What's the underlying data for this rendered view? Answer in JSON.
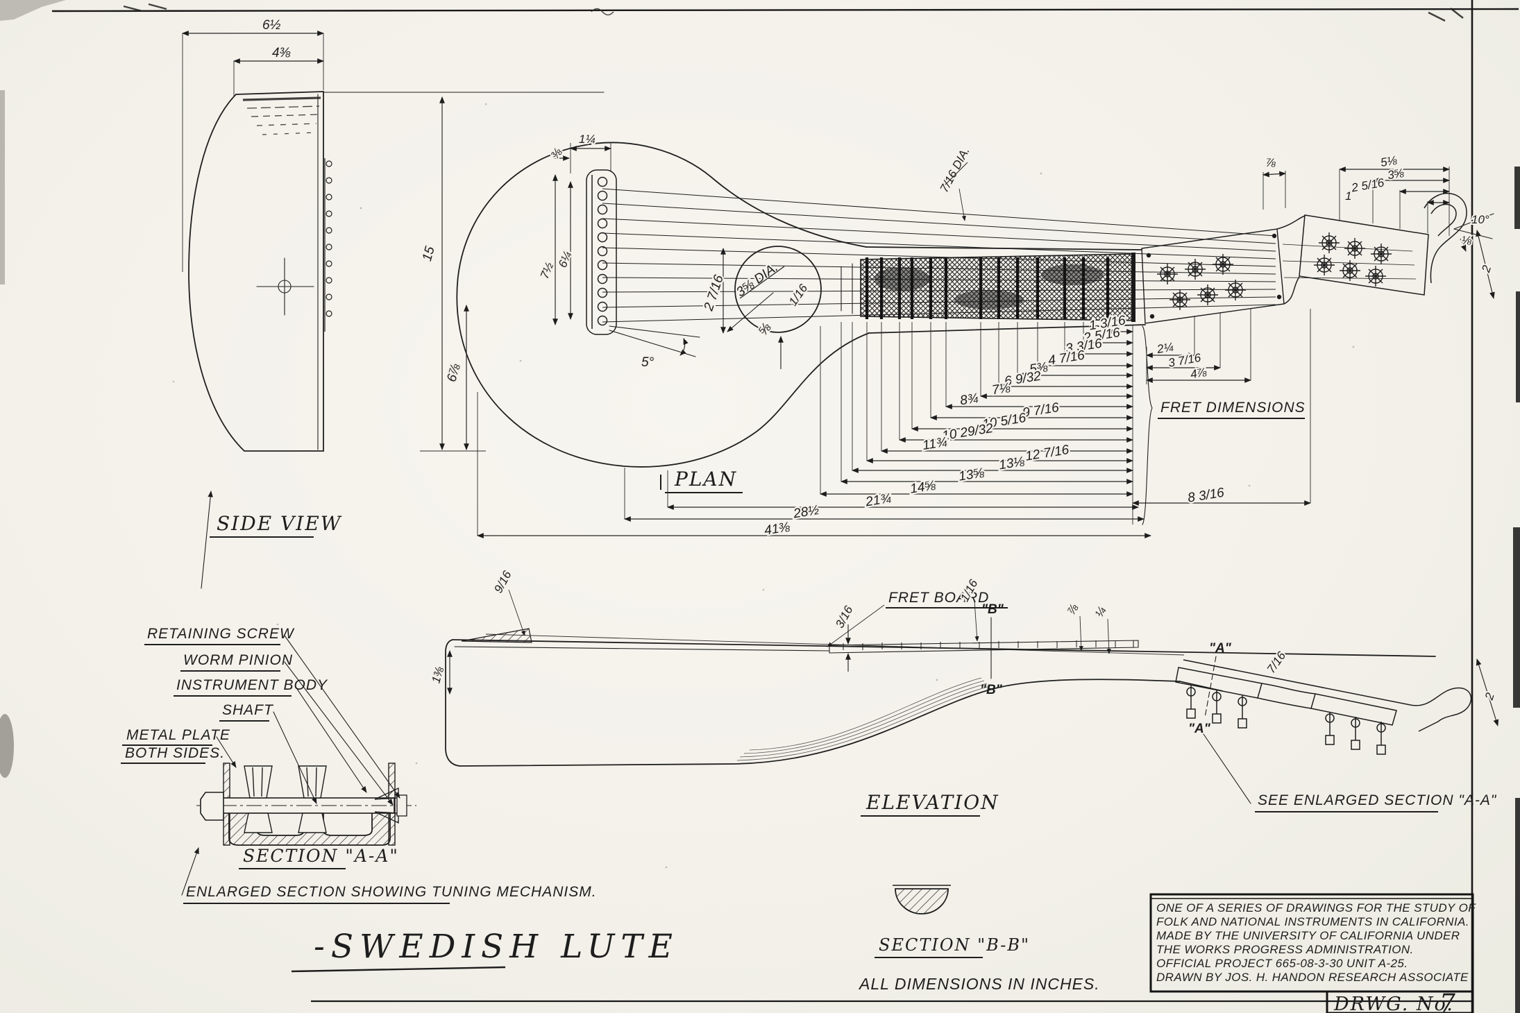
{
  "sheet": {
    "title": "-SWEDISH  LUTE",
    "dimensions_note": "ALL DIMENSIONS IN INCHES.",
    "drwg_label": "DRWG. No.",
    "drwg_number": "7"
  },
  "title_block": {
    "lines": [
      "ONE OF A SERIES OF DRAWINGS FOR THE STUDY OF",
      "FOLK AND NATIONAL INSTRUMENTS IN CALIFORNIA.",
      "MADE BY THE UNIVERSITY OF CALIFORNIA UNDER",
      "THE WORKS PROGRESS ADMINISTRATION.",
      "OFFICIAL PROJECT 665-08-3-30 UNIT A-25.",
      "DRAWN BY JOS. H. HANDON RESEARCH ASSOCIATE"
    ]
  },
  "side_view": {
    "label": "SIDE VIEW",
    "dim_overall": "6½",
    "dim_top": "4⅜"
  },
  "plan": {
    "label": "PLAN",
    "dim_height": "15",
    "dim_half": "6⅞",
    "tailpiece": {
      "dim_a": "⅜",
      "dim_b": "1¼",
      "dim_c": "7½",
      "dim_d": "6¼",
      "angle": "5°"
    },
    "soundhole": {
      "dia": "3⅝ DIA.",
      "offset": "2 7/16",
      "edge": "⅝",
      "gap": "1/16"
    },
    "string_dia": "7/16 DIA.",
    "fret_label": "FRET DIMENSIONS",
    "fret_ladder": [
      "1 3/16",
      "2 5/16",
      "3 3/16",
      "4 7/16",
      "5⅜",
      "6 9/32",
      "7⅛",
      "8¾",
      "9 7/16",
      "10 5/16",
      "10 29/32",
      "11¾",
      "12 7/16",
      "13⅛",
      "13⅝",
      "14⅝",
      "21¾",
      "28½",
      "41⅜"
    ],
    "head_span": "8 3/16",
    "tuner_dims": {
      "a": "2¼",
      "b": "3 7/16",
      "c": "4⅞"
    },
    "head_dims": {
      "a": "⅞",
      "b": "1",
      "c": "2 5/16",
      "d": "3⅝",
      "e": "5⅛",
      "angle": "10°",
      "f": "⅛",
      "g": "2"
    }
  },
  "elevation": {
    "label": "ELEVATION",
    "fretboard_label": "FRET BOARD",
    "dim_tail": "9/16",
    "dim_end": "1⅜",
    "dim_board": "3/16",
    "dim_a": "1/16",
    "dim_b": "⅞",
    "dim_c": "¼",
    "dim_d": "7/16",
    "dim_e": "2",
    "marker_b": "\"B\"",
    "marker_a": "\"A\"",
    "see_note": "SEE ENLARGED SECTION \"A-A\""
  },
  "section_aa": {
    "label": "SECTION \"A-A\"",
    "caption": "ENLARGED SECTION SHOWING TUNING MECHANISM.",
    "parts": {
      "retaining_screw": "RETAINING SCREW",
      "worm_pinion": "WORM PINION",
      "instrument_body": "INSTRUMENT BODY",
      "shaft": "SHAFT",
      "metal_plate_1": "METAL PLATE",
      "metal_plate_2": "BOTH SIDES."
    }
  },
  "section_bb": {
    "label": "SECTION \"B-B\""
  }
}
